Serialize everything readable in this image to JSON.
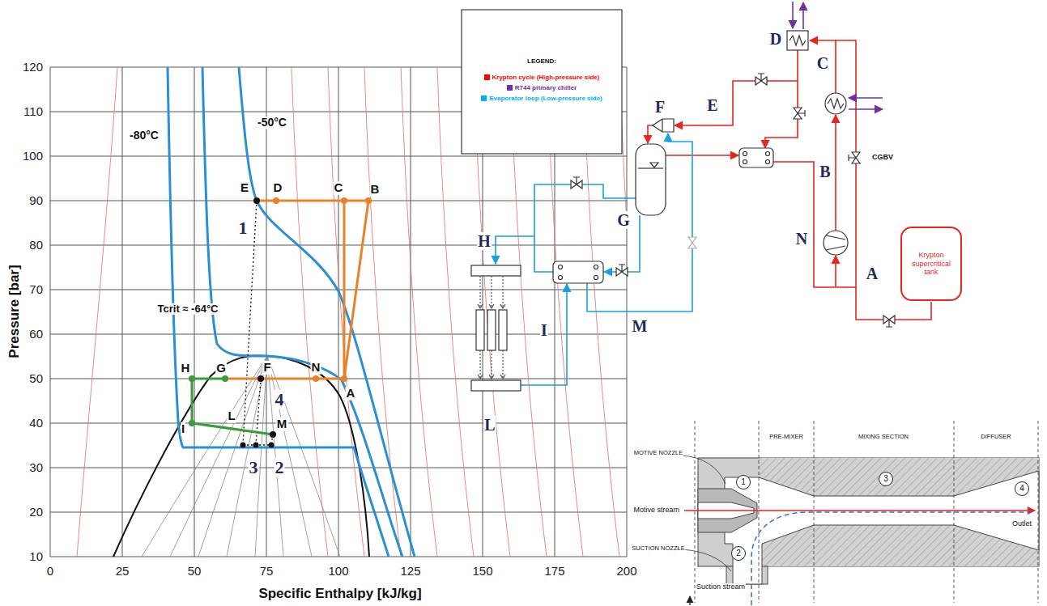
{
  "diagram": {
    "nodes": [
      {
        "text": [
          "Krypton supercritical tank"
        ]
      },
      {
        "text": [
          "1"
        ]
      },
      {
        "text": [
          "2"
        ]
      },
      {
        "text": [
          "3"
        ]
      },
      {
        "text": [
          "4"
        ]
      }
    ],
    "labels": [
      "LEGEND:",
      "120",
      "110",
      "100",
      "90",
      "80",
      "70",
      "60",
      "50",
      "40",
      "30",
      "20",
      "10",
      "0",
      "25",
      "50",
      "75",
      "100",
      "125",
      "150",
      "175",
      "200",
      "Pressure [bar]",
      "Specific Enthalpy [kJ/kg]",
      "-50°C",
      "-80°C",
      "Tcrit ≈ -64°C",
      "E",
      "D",
      "C",
      "B",
      "1",
      "H",
      "G",
      "F",
      "N",
      "A",
      "4",
      "I",
      "L",
      "M",
      "3",
      "2",
      "D",
      "C",
      "F",
      "E",
      "CGBV",
      "B",
      "G",
      "H",
      "N",
      "A",
      "M",
      "I",
      "L",
      "MOTIVE NOZZLE",
      "PRE-MIXER",
      "MIXING SECTION",
      "DIFFUSER",
      "Motive stream",
      "Outlet",
      "SUCTION NOZZLE",
      "Suction stream"
    ],
    "legend": [
      {
        "text": "Krypton cycle (High-pressure side)",
        "color": "#ff0000"
      },
      {
        "text": "R744 primary chiller",
        "color": "#7030a0"
      },
      {
        "text": "Evaporator loop (Low-pressure side)",
        "color": "#00b0f0"
      }
    ]
  }
}
